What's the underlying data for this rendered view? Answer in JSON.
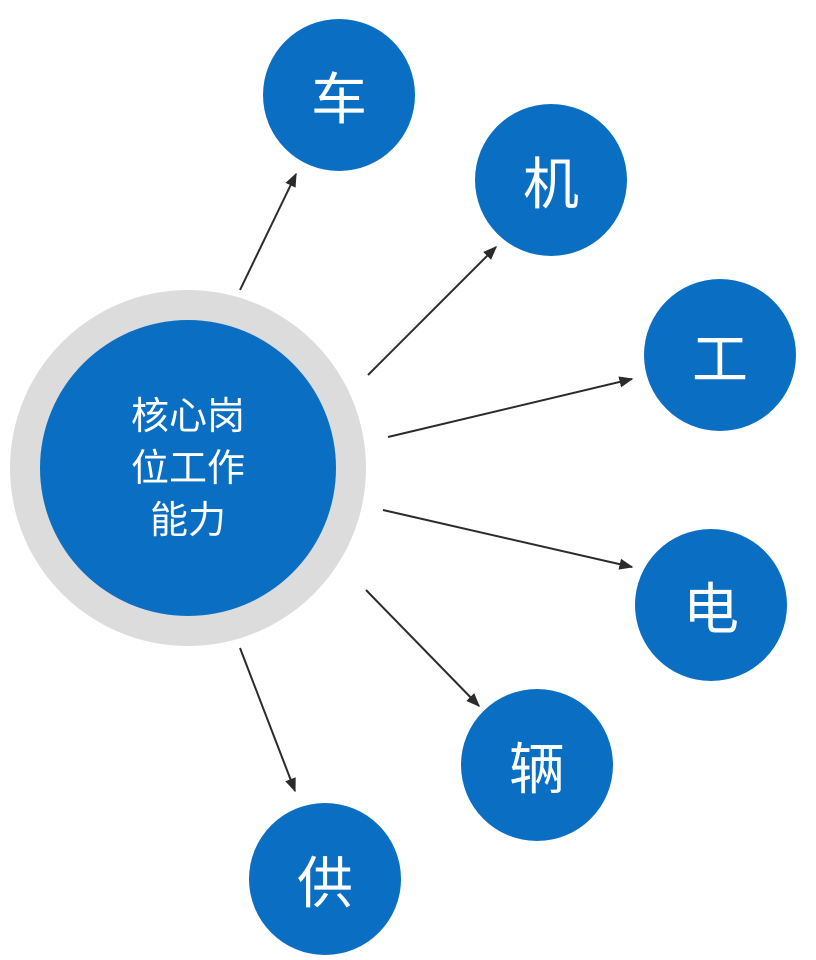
{
  "diagram": {
    "type": "radial",
    "colors": {
      "node_fill": "#0a6fc2",
      "ring": "#dcdcdc",
      "text": "#ffffff",
      "arrow": "#2b2b2b",
      "background": "#ffffff"
    },
    "center": {
      "lines": [
        "核心岗",
        "位工作",
        "能力"
      ],
      "label": "核心岗位工作能力"
    },
    "nodes": [
      {
        "label": "车"
      },
      {
        "label": "机"
      },
      {
        "label": "工"
      },
      {
        "label": "电"
      },
      {
        "label": "辆"
      },
      {
        "label": "供"
      }
    ],
    "edges": [
      {
        "from": "核心岗位工作能力",
        "to": "车"
      },
      {
        "from": "核心岗位工作能力",
        "to": "机"
      },
      {
        "from": "核心岗位工作能力",
        "to": "工"
      },
      {
        "from": "核心岗位工作能力",
        "to": "电"
      },
      {
        "from": "核心岗位工作能力",
        "to": "辆"
      },
      {
        "from": "核心岗位工作能力",
        "to": "供"
      }
    ]
  }
}
